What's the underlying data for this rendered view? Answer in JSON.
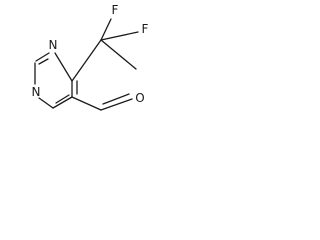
{
  "molecule": {
    "atoms": {
      "n_top": "N",
      "n_left": "N",
      "f_top": "F",
      "f_right": "F",
      "o_aldehyde": "O"
    }
  }
}
